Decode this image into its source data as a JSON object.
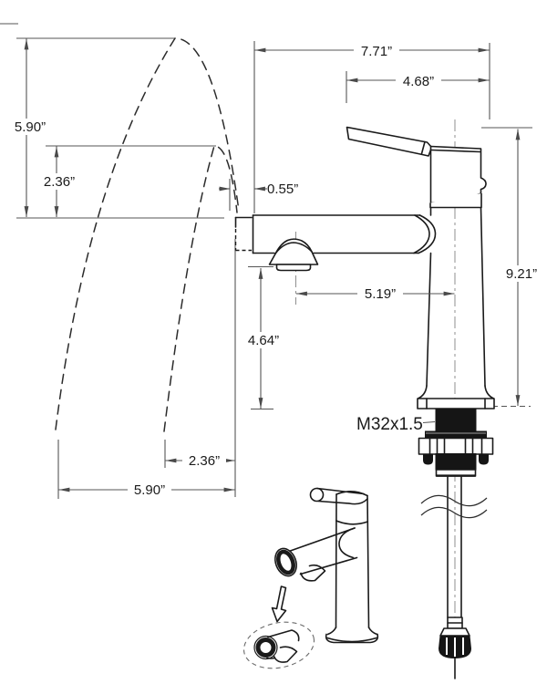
{
  "style": {
    "line_color": "#1a1a1a",
    "dimension_color": "#555555",
    "background": "#ffffff"
  },
  "labels": {
    "spray_height_outer": "5.90”",
    "spray_height_inner": "2.36”",
    "spout_tip_length": "0.55”",
    "overall_reach": "7.71”",
    "handle_reach": "4.68”",
    "spout_center_reach": "5.19”",
    "outlet_height": "4.64”",
    "overall_height": "9.21”",
    "thread_spec": "M32x1.5",
    "spray_reach_inner": "2.36”",
    "spray_reach_outer": "5.90”"
  }
}
